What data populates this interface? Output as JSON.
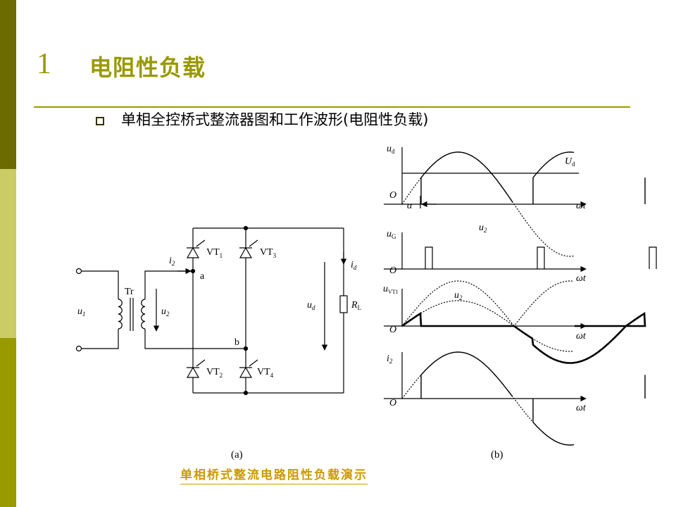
{
  "slide": {
    "number": "1",
    "title": "电阻性负载",
    "bullet_text": "单相全控桥式整流器图和工作波形(电阻性负载)",
    "link_text": "单相桥式整流电路阻性负载演示",
    "colors": {
      "accent": "#999900",
      "dark": "#6b6b00",
      "light": "#cccc66",
      "link": "#cc9900"
    }
  },
  "circuit": {
    "u1": "u",
    "u1_sub": "1",
    "tr": "Tr",
    "u2": "u",
    "u2_sub": "2",
    "i2": "i",
    "i2_sub": "2",
    "node_a": "a",
    "node_b": "b",
    "vt1": "VT",
    "vt1_sub": "1",
    "vt2": "VT",
    "vt2_sub": "2",
    "vt3": "VT",
    "vt3_sub": "3",
    "vt4": "VT",
    "vt4_sub": "4",
    "ud": "u",
    "ud_sub": "d",
    "id": "i",
    "id_sub": "d",
    "rl": "R",
    "rl_sub": "L",
    "caption": "(a)"
  },
  "waveforms": {
    "ud": "u",
    "ud_sub": "d",
    "Ud": "U",
    "Ud_sub": "d",
    "u2": "u",
    "u2_sub": "2",
    "alpha": "α",
    "origin": "O",
    "wt": "ωt",
    "uG": "u",
    "uG_sub": "G",
    "uVT1": "u",
    "uVT1_sub": "VT1",
    "i2": "i",
    "i2_sub": "2",
    "caption": "(b)"
  }
}
